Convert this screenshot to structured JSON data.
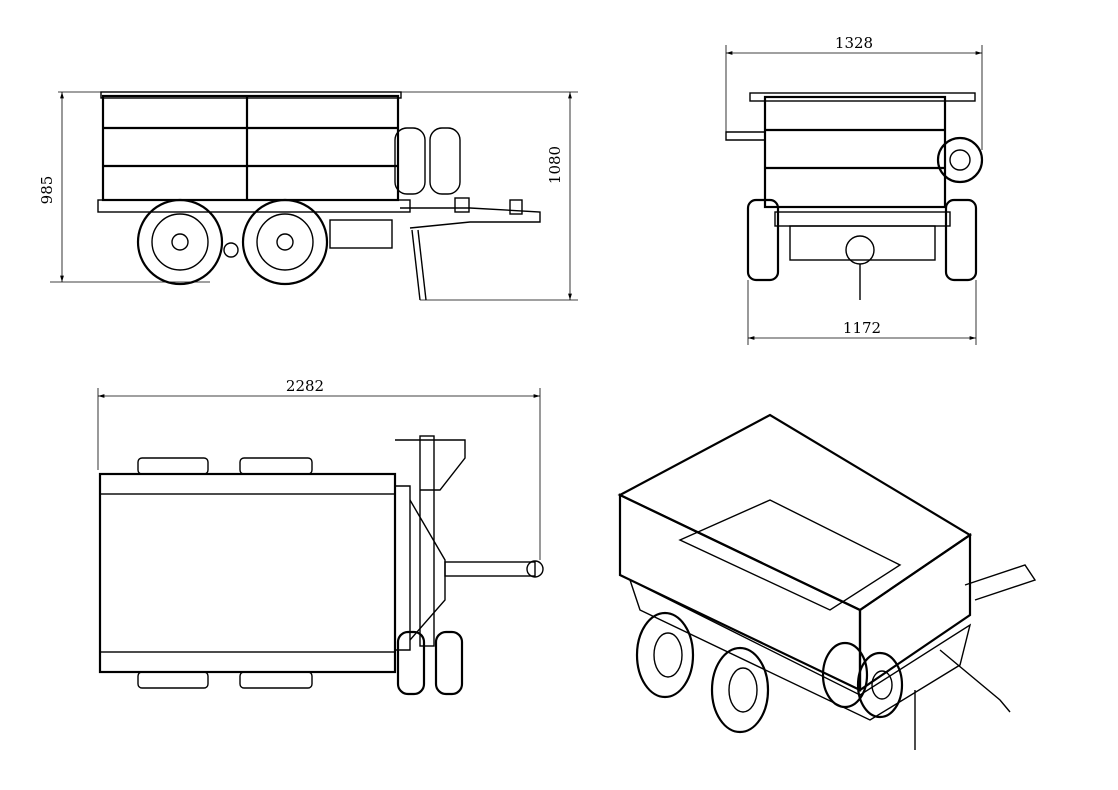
{
  "dimensions": {
    "side_height_left": "985",
    "side_height_right": "1080",
    "rear_top_width": "1328",
    "rear_bottom_width": "1172",
    "top_length": "2282"
  },
  "views": {
    "side": "side-view",
    "rear": "rear-view",
    "top": "top-view",
    "iso": "isometric-view"
  },
  "colors": {
    "line": "#000000",
    "background": "#ffffff"
  }
}
